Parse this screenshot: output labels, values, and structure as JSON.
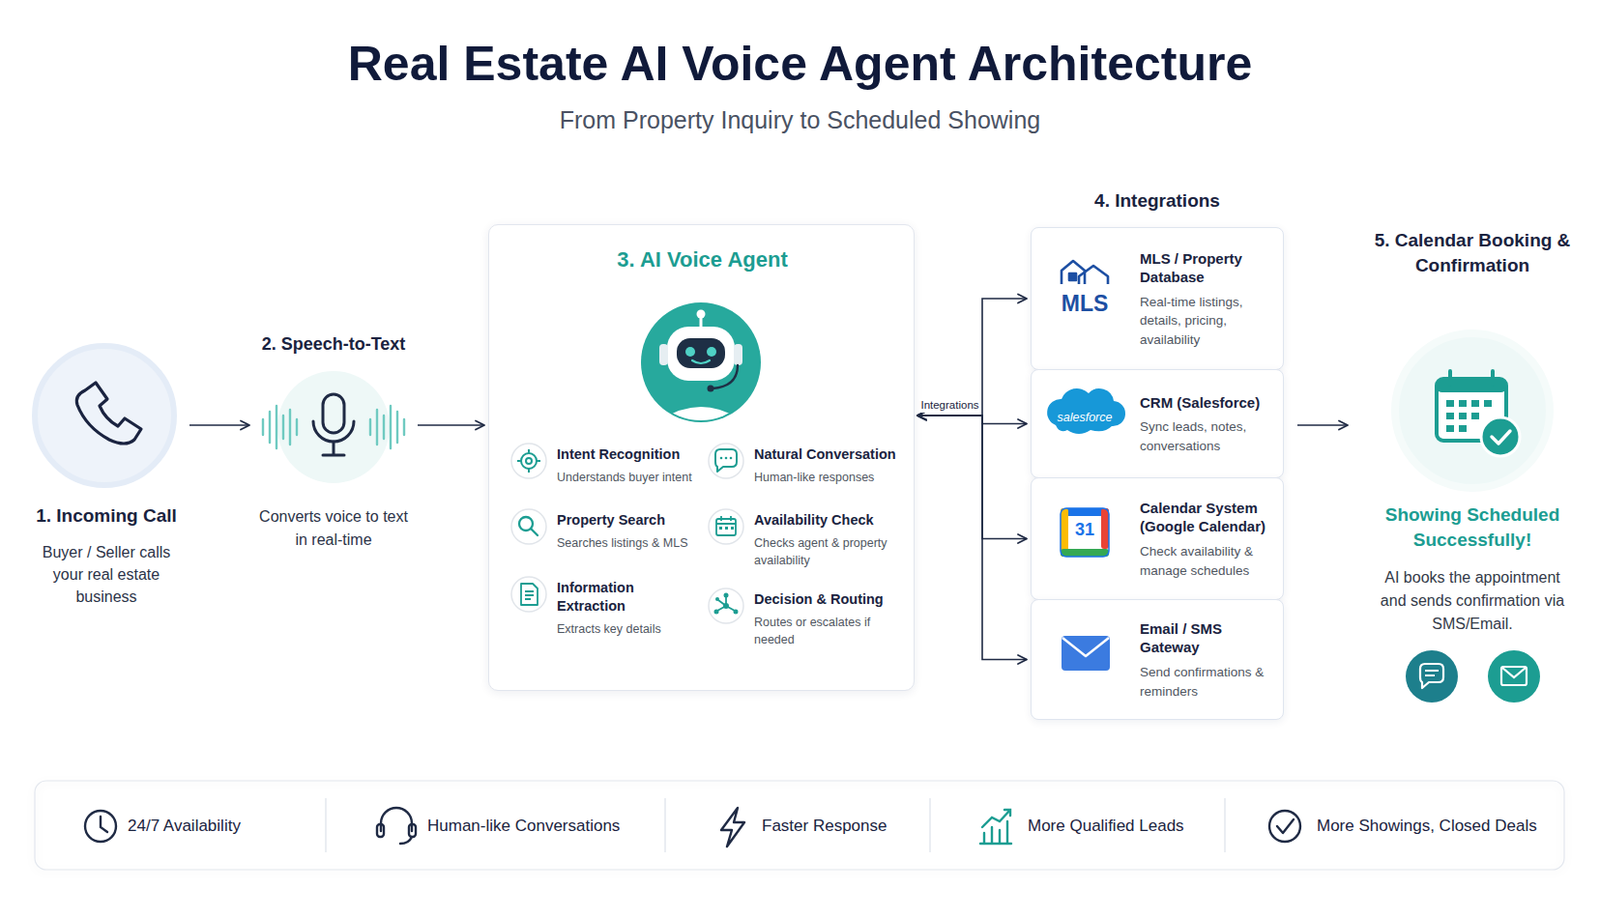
{
  "diagram": {
    "title": "Real Estate AI Voice Agent Architecture",
    "nodes": [
      {
        "text": [
          "1. Incoming Call",
          "Buyer / Seller calls your real estate business"
        ]
      },
      {
        "text": [
          "2. Speech-to-Text",
          "Converts voice to text in real-time"
        ]
      },
      {
        "text": [
          "3. AI Voice Agent"
        ]
      },
      {
        "text": [
          "Intent Recognition",
          "Understands buyer intent"
        ],
        "in": 2
      },
      {
        "text": [
          "Natural Conversation",
          "Human-like responses"
        ],
        "in": 2
      },
      {
        "text": [
          "Property Search",
          "Searches listings & MLS"
        ],
        "in": 2
      },
      {
        "text": [
          "Availability Check",
          "Checks agent & property availability"
        ],
        "in": 2
      },
      {
        "text": [
          "Information Extraction",
          "Extracts key details"
        ],
        "in": 2
      },
      {
        "text": [
          "Decision & Routing",
          "Routes or escalates if needed"
        ],
        "in": 2
      },
      {
        "text": [
          "MLS / Property Database",
          "Real-time listings, details, pricing, availability"
        ]
      },
      {
        "text": [
          "CRM (Salesforce)",
          "Sync leads, notes, conversations"
        ]
      },
      {
        "text": [
          "Calendar System (Google Calendar)",
          "Check availability & manage schedules"
        ]
      },
      {
        "text": [
          "Email / SMS Gateway",
          "Send confirmations & reminders"
        ]
      },
      {
        "text": [
          "5. Calendar Booking & Confirmation",
          "Showing Scheduled Successfully!",
          "AI books the appointment and sends confirmation via SMS/Email."
        ]
      }
    ],
    "edges": [
      {
        "from": 0,
        "to": 1,
        "arrow": "to"
      },
      {
        "from": 1,
        "to": 2,
        "arrow": "to"
      },
      {
        "from": 2,
        "to": 9,
        "arrow": "both",
        "label": "Integrations"
      },
      {
        "from": 2,
        "to": 10,
        "arrow": "both"
      },
      {
        "from": 2,
        "to": 11,
        "arrow": "both"
      },
      {
        "from": 2,
        "to": 12,
        "arrow": "both"
      },
      {
        "from": 10,
        "to": 13,
        "arrow": "to"
      }
    ],
    "labels": [
      "From Property Inquiry to Scheduled Showing",
      "4. Integrations",
      "MLS",
      "salesforce",
      "31",
      "24/7 Availability",
      "Human-like Conversations",
      "Faster Response",
      "More Qualified Leads",
      "More Showings, Closed Deals"
    ]
  }
}
